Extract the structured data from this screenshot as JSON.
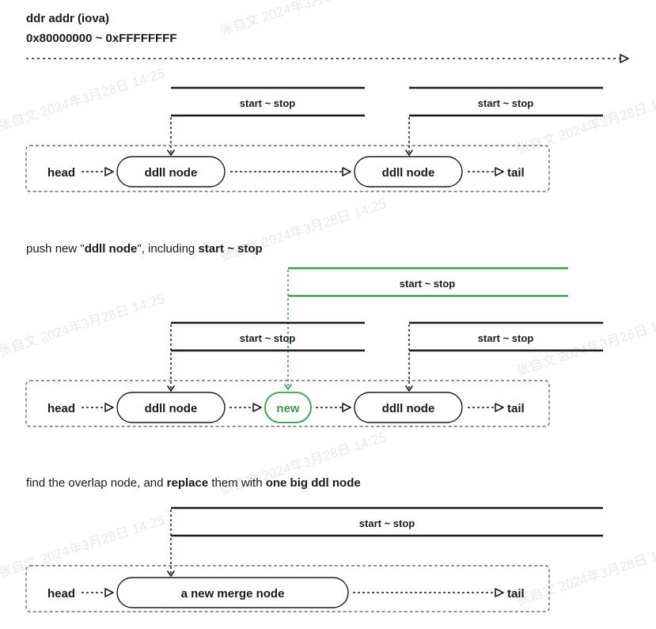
{
  "header": {
    "title": "ddr addr (iova)",
    "address_range": "0x80000000 ~ 0xFFFFFFFF"
  },
  "watermark": "张自文 2024年3月28日 14:25",
  "colors": {
    "ink": "#1a1a1a",
    "accent": "#3d9a4a",
    "frame": "#555555"
  },
  "range_label": "start ~ stop",
  "sections": [
    {
      "caption": null,
      "head": "head",
      "tail": "tail",
      "nodes": [
        "ddll node",
        "ddll node"
      ]
    },
    {
      "caption": [
        {
          "text": "push new \"",
          "bold": false
        },
        {
          "text": "ddll node",
          "bold": true
        },
        {
          "text": "\", including ",
          "bold": false
        },
        {
          "text": "start ~ stop",
          "bold": true
        }
      ],
      "head": "head",
      "tail": "tail",
      "nodes": [
        "ddll node",
        "new",
        "ddll node"
      ]
    },
    {
      "caption": [
        {
          "text": "find the overlap node, and ",
          "bold": false
        },
        {
          "text": "replace",
          "bold": true
        },
        {
          "text": " them with ",
          "bold": false
        },
        {
          "text": "one big ddl node",
          "bold": true
        }
      ],
      "head": "head",
      "tail": "tail",
      "nodes": [
        "a new merge node"
      ]
    }
  ]
}
